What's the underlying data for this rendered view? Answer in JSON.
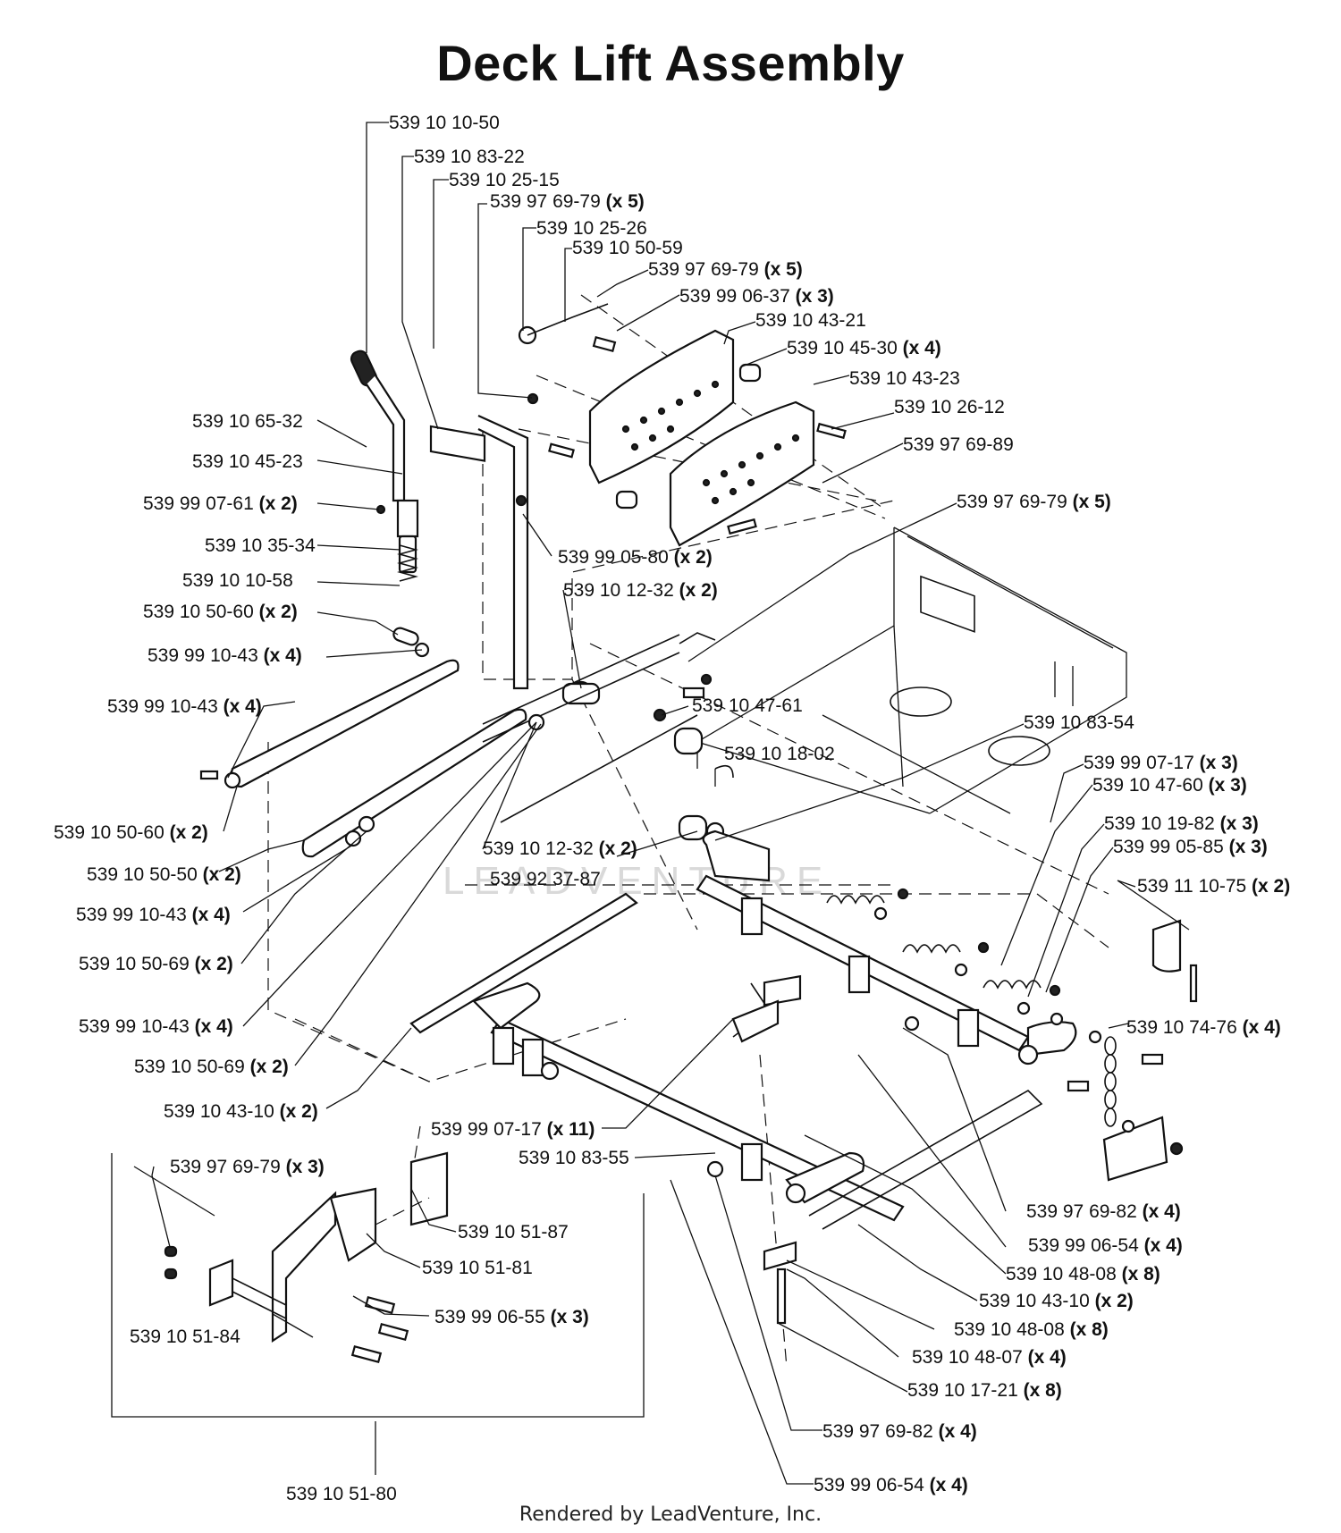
{
  "title": "Deck Lift Assembly",
  "footer": "Rendered by LeadVenture, Inc.",
  "watermark": "LEADVENTURE",
  "callouts": [
    {
      "id": "c01",
      "part": "539 10 10-50",
      "qty": ""
    },
    {
      "id": "c02",
      "part": "539 10 83-22",
      "qty": ""
    },
    {
      "id": "c03",
      "part": "539 10 25-15",
      "qty": ""
    },
    {
      "id": "c04",
      "part": "539 97 69-79",
      "qty": "(x 5)"
    },
    {
      "id": "c05",
      "part": "539 10 25-26",
      "qty": ""
    },
    {
      "id": "c06",
      "part": "539 10 50-59",
      "qty": ""
    },
    {
      "id": "c07",
      "part": "539 97 69-79",
      "qty": "(x 5)"
    },
    {
      "id": "c08",
      "part": "539 99 06-37",
      "qty": "(x 3)"
    },
    {
      "id": "c09",
      "part": "539 10 43-21",
      "qty": ""
    },
    {
      "id": "c10",
      "part": "539 10 45-30",
      "qty": "(x 4)"
    },
    {
      "id": "c11",
      "part": "539 10 43-23",
      "qty": ""
    },
    {
      "id": "c12",
      "part": "539 10 26-12",
      "qty": ""
    },
    {
      "id": "c13",
      "part": "539 97 69-89",
      "qty": ""
    },
    {
      "id": "c14",
      "part": "539 10 65-32",
      "qty": ""
    },
    {
      "id": "c15",
      "part": "539 10 45-23",
      "qty": ""
    },
    {
      "id": "c16",
      "part": "539 99 07-61",
      "qty": "(x 2)"
    },
    {
      "id": "c17",
      "part": "539 10 35-34",
      "qty": ""
    },
    {
      "id": "c18",
      "part": "539 10 10-58",
      "qty": ""
    },
    {
      "id": "c19",
      "part": "539 10 50-60",
      "qty": "(x 2)"
    },
    {
      "id": "c20",
      "part": "539 99 10-43",
      "qty": "(x 4)"
    },
    {
      "id": "c21",
      "part": "539 99 05-80",
      "qty": "(x 2)"
    },
    {
      "id": "c22",
      "part": "539 10 12-32",
      "qty": "(x 2)"
    },
    {
      "id": "c23",
      "part": "539 97 69-79",
      "qty": "(x 5)"
    },
    {
      "id": "c24",
      "part": "539 99 10-43",
      "qty": "(x 4)"
    },
    {
      "id": "c25",
      "part": "539 10 47-61",
      "qty": ""
    },
    {
      "id": "c26",
      "part": "539 10 83-54",
      "qty": ""
    },
    {
      "id": "c27",
      "part": "539 10 18-02",
      "qty": ""
    },
    {
      "id": "c28",
      "part": "539 99 07-17",
      "qty": "(x 3)"
    },
    {
      "id": "c29",
      "part": "539 10 47-60",
      "qty": "(x 3)"
    },
    {
      "id": "c30",
      "part": "539 10 50-60",
      "qty": "(x 2)"
    },
    {
      "id": "c31",
      "part": "539 10 19-82",
      "qty": "(x 3)"
    },
    {
      "id": "c32",
      "part": "539 10 12-32",
      "qty": "(x 2)"
    },
    {
      "id": "c33",
      "part": "539 99 05-85",
      "qty": "(x 3)"
    },
    {
      "id": "c34",
      "part": "539 10 50-50",
      "qty": "(x 2)"
    },
    {
      "id": "c35",
      "part": "539 92 37-87",
      "qty": ""
    },
    {
      "id": "c36",
      "part": "539 11 10-75",
      "qty": "(x 2)"
    },
    {
      "id": "c37",
      "part": "539 99 10-43",
      "qty": "(x 4)"
    },
    {
      "id": "c38",
      "part": "539 10 50-69",
      "qty": "(x 2)"
    },
    {
      "id": "c39",
      "part": "539 99 10-43",
      "qty": "(x 4)"
    },
    {
      "id": "c40",
      "part": "539 10 74-76",
      "qty": "(x 4)"
    },
    {
      "id": "c41",
      "part": "539 10 50-69",
      "qty": "(x 2)"
    },
    {
      "id": "c42",
      "part": "539 10 43-10",
      "qty": "(x 2)"
    },
    {
      "id": "c43",
      "part": "539 99 07-17",
      "qty": "(x 11)"
    },
    {
      "id": "c44",
      "part": "539 10 83-55",
      "qty": ""
    },
    {
      "id": "c45",
      "part": "539 97 69-79",
      "qty": "(x 3)"
    },
    {
      "id": "c46",
      "part": "539 10 51-87",
      "qty": ""
    },
    {
      "id": "c47",
      "part": "539 10 51-81",
      "qty": ""
    },
    {
      "id": "c48",
      "part": "539 97 69-82",
      "qty": "(x 4)"
    },
    {
      "id": "c49",
      "part": "539 99 06-54",
      "qty": "(x 4)"
    },
    {
      "id": "c50",
      "part": "539 10 48-08",
      "qty": "(x 8)"
    },
    {
      "id": "c51",
      "part": "539 99 06-55",
      "qty": "(x 3)"
    },
    {
      "id": "c52",
      "part": "539 10 43-10",
      "qty": "(x 2)"
    },
    {
      "id": "c53",
      "part": "539 10 51-84",
      "qty": ""
    },
    {
      "id": "c54",
      "part": "539 10 48-08",
      "qty": "(x 8)"
    },
    {
      "id": "c55",
      "part": "539 10 48-07",
      "qty": "(x 4)"
    },
    {
      "id": "c56",
      "part": "539 10 17-21",
      "qty": "(x 8)"
    },
    {
      "id": "c57",
      "part": "539 97 69-82",
      "qty": "(x 4)"
    },
    {
      "id": "c58",
      "part": "539 10 51-80",
      "qty": ""
    },
    {
      "id": "c59",
      "part": "539 99 06-54",
      "qty": "(x 4)"
    }
  ]
}
